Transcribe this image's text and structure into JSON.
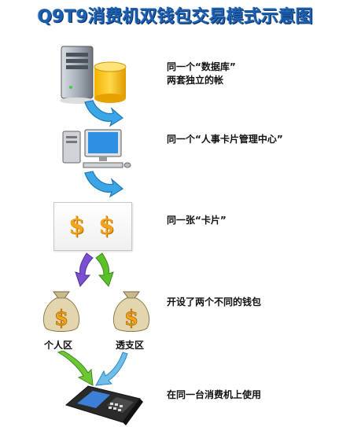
{
  "title": "Q9T9消费机双钱包交易模式示意图",
  "steps": [
    {
      "line1": "同一个“数据库”",
      "line2": "两套独立的帐"
    },
    {
      "line1": "同一个“人事卡片管理中心”"
    },
    {
      "line1": "同一张“卡片”"
    },
    {
      "line1": "开设了两个不同的钱包"
    },
    {
      "line1": "在同一台消费机上使用"
    }
  ],
  "wallets": {
    "left": "个人区",
    "right": "透支区"
  },
  "card_symbols": [
    "$",
    "$"
  ],
  "colors": {
    "title": "#1c5fae",
    "arrow_blue": "#3aa6e6",
    "arrow_purple": "#7a4fd0",
    "arrow_green": "#5cc02a",
    "dollar": "#f2a51c"
  }
}
